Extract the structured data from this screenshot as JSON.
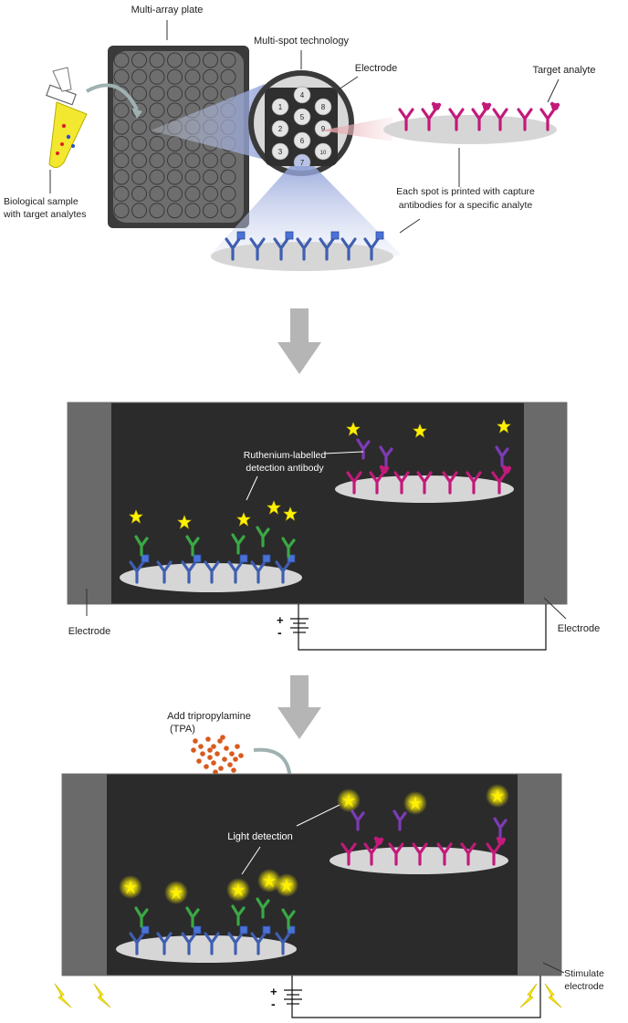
{
  "panel1": {
    "plate_label": "Multi-array plate",
    "multispot_label": "Multi-spot technology",
    "electrode_label": "Electrode",
    "target_label": "Target analyte",
    "sample_label_line1": "Biological sample",
    "sample_label_line2": "with target analytes",
    "spot_note_line1": "Each spot is printed with capture",
    "spot_note_line2": "antibodies for a specific analyte",
    "spot_numbers": [
      "1",
      "2",
      "3",
      "4",
      "5",
      "6",
      "7",
      "8",
      "9",
      "10"
    ]
  },
  "panel2": {
    "ruthenium_line1": "Ruthenium-labelled",
    "ruthenium_line2": "detection antibody",
    "electrode_left": "Electrode",
    "electrode_right": "Electrode",
    "plus": "+",
    "minus": "-"
  },
  "panel3": {
    "tpa_line1": "Add tripropylamine",
    "tpa_line2": "(TPA)",
    "light_label": "Light detection",
    "stimulate_line1": "Stimulate",
    "stimulate_line2": "electrode",
    "plus": "+",
    "minus": "-"
  },
  "colors": {
    "capture_antibody": "#3f5fb0",
    "analyte": "#c21a7a",
    "detection_antibody_green": "#3aa845",
    "detection_antibody_purple": "#7c3bb5",
    "chamber": "#2b2b2b",
    "electrode_block": "#6a6a6a",
    "star": "#fff200",
    "tpa_dots": "#d95a1e",
    "arrow": "#b5b5b5"
  }
}
